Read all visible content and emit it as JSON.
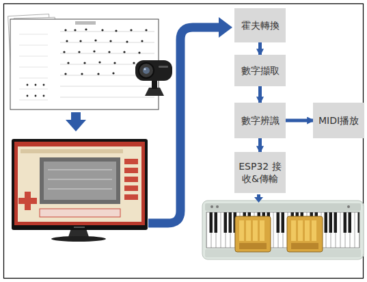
{
  "diagram": {
    "nodes": [
      {
        "text": [
          "霍夫轉換"
        ]
      },
      {
        "text": [
          "數字擷取"
        ]
      },
      {
        "text": [
          "數字辨識"
        ]
      },
      {
        "text": [
          "MIDI播放"
        ]
      },
      {
        "text": [
          "ESP32 接收&傳輸"
        ]
      }
    ],
    "edges": [
      {
        "from": 0,
        "to": 1,
        "arrow": "to"
      },
      {
        "from": 1,
        "to": 2,
        "arrow": "to"
      },
      {
        "from": 2,
        "to": 3,
        "arrow": "to"
      },
      {
        "from": 2,
        "to": 4,
        "arrow": "to"
      }
    ]
  }
}
